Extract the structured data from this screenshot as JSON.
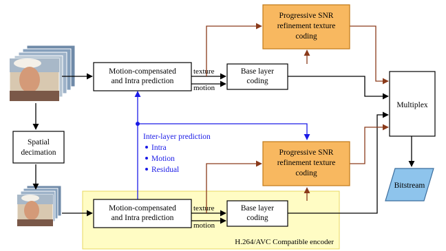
{
  "nodes": {
    "mcp_top": [
      "Motion-compensated",
      "and Intra prediction"
    ],
    "base_top": [
      "Base layer",
      "coding"
    ],
    "snr_top": [
      "Progressive SNR",
      "refinement texture",
      "coding"
    ],
    "spatial": [
      "Spatial",
      "decimation"
    ],
    "mcp_bottom": [
      "Motion-compensated",
      "and Intra prediction"
    ],
    "base_bottom": [
      "Base layer",
      "coding"
    ],
    "snr_bottom": [
      "Progressive SNR",
      "refinement texture",
      "coding"
    ],
    "multiplex": "Multiplex",
    "bitstream": "Bitstream"
  },
  "edge_labels": {
    "texture_top": "texture",
    "motion_top": "motion",
    "texture_bottom": "texture",
    "motion_bottom": "motion"
  },
  "inter_layer": {
    "title": "Inter-layer prediction",
    "items": [
      "Intra",
      "Motion",
      "Residual"
    ]
  },
  "region_label": "H.264/AVC Compatible encoder",
  "colors": {
    "blue": "#1a1ae6",
    "brown": "#8a3a1a",
    "snr_fill": "#f8b860",
    "snr_stroke": "#c07818",
    "region_fill": "#fffcc4",
    "region_stroke": "#e8d860",
    "bitstream_fill": "#8ec4ec",
    "bitstream_stroke": "#3a6c9c"
  }
}
